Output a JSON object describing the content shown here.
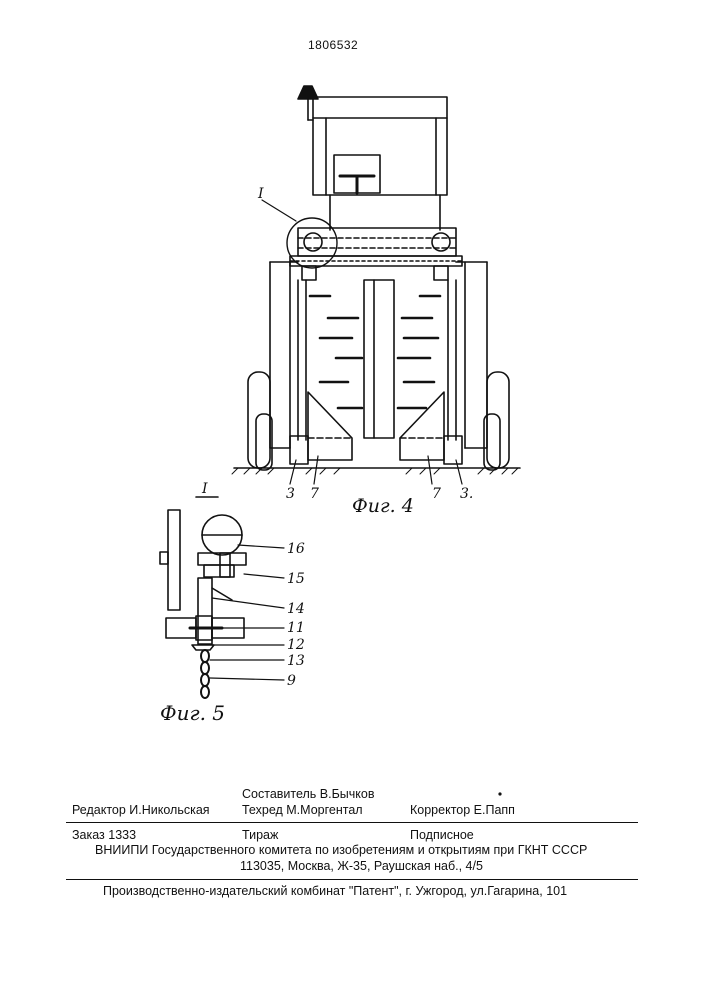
{
  "document": {
    "patent_number": "1806532"
  },
  "figure4": {
    "caption": "Фиг. 4",
    "detail_marker": "I",
    "labels": {
      "left_outer": "3",
      "left_inner": "7",
      "right_inner": "7",
      "right_outer": "3."
    }
  },
  "figure5": {
    "caption": "Фиг. 5",
    "detail_marker": "I",
    "labels": [
      "16",
      "15",
      "14",
      "11",
      "12",
      "13",
      "9"
    ]
  },
  "imprint": {
    "compiler": "Составитель  В.Бычков",
    "editor": "Редактор  И.Никольская",
    "techred": "Техред М.Моргентал",
    "corrector": "Корректор  Е.Папп",
    "order": "Заказ  1333",
    "print_run": "Тираж",
    "subscription": "Подписное",
    "organization_line1": "ВНИИПИ Государственного комитета по изобретениям и открытиям при ГКНТ СССР",
    "organization_line2": "113035, Москва, Ж-35, Раушская наб., 4/5",
    "publisher": "Производственно-издательский комбинат \"Патент\", г. Ужгород, ул.Гагарина, 101"
  }
}
